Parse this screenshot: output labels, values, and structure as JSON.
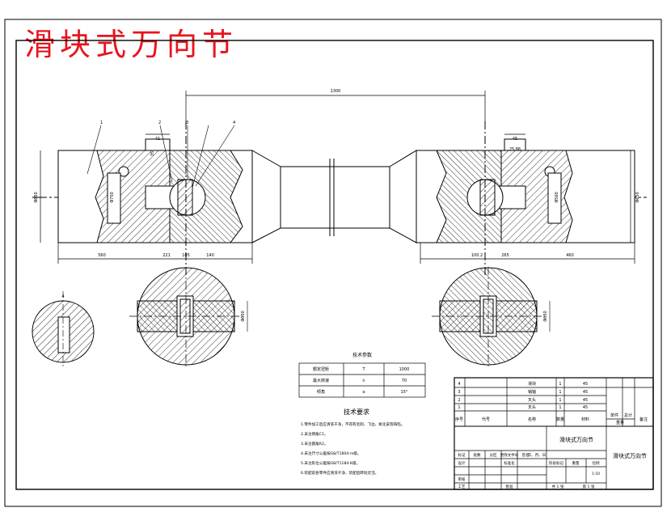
{
  "drawing": {
    "title": "滑块式万向节",
    "colors": {
      "title": "#e8141e",
      "line": "#000000",
      "centerline": "#000000",
      "paper": "#ffffff"
    }
  },
  "dimensions": {
    "overall_span": "1300",
    "left_body_length": "560",
    "left_gap": "221",
    "left_mid": "105",
    "left_flange": "140",
    "right_gap": "100.2",
    "right_flange": "265",
    "right_body_length": "460",
    "top_left_small": "41",
    "top_left_small2": "35",
    "top_right_small": "45",
    "top_right_small2": "25.86",
    "left_diameter": "Φ650",
    "left_inner_diameter": "Φ750",
    "right_diameter": "Φ650",
    "right_inner_diameter": "Φ560",
    "section_dim_left": "Φ650",
    "section_dim_right": "Φ650",
    "detail_dim": "4"
  },
  "balloons": [
    "1",
    "2",
    "3",
    "4"
  ],
  "spec_table": {
    "title": "技术参数",
    "rows": [
      {
        "name": "额定扭矩",
        "symbol": "T",
        "value": "1000"
      },
      {
        "name": "最大转速",
        "symbol": "n",
        "value": "70"
      },
      {
        "name": "倾角",
        "symbol": "α",
        "value": "15°"
      }
    ]
  },
  "tech_requirements": {
    "title": "技术要求",
    "items": [
      "1.零件加工后应清洗干净，不得有毛刺、飞边、氧化皮等缺陷。",
      "2.未注倒角C1。",
      "3.未注圆角R2。",
      "4.未注尺寸公差按GB/T1804-m级。",
      "5.未注形位公差按GB/T1184-K级。",
      "6.装配前各零件应清洗干净，装配后转动灵活。"
    ]
  },
  "parts_list": {
    "rows": [
      {
        "no": "4",
        "code": "",
        "name": "滑块",
        "qty": "1",
        "material": "45"
      },
      {
        "no": "3",
        "code": "",
        "name": "销轴",
        "qty": "1",
        "material": "45"
      },
      {
        "no": "2",
        "code": "",
        "name": "叉头",
        "qty": "1",
        "material": "45"
      },
      {
        "no": "1",
        "code": "",
        "name": "叉头",
        "qty": "1",
        "material": "45"
      }
    ],
    "headers": {
      "no": "序号",
      "code": "代号",
      "name": "名称",
      "qty": "数量",
      "material": "材料",
      "unit_weight": "单件",
      "total_weight": "总计",
      "weight": "重量",
      "remark": "备注"
    }
  },
  "title_block": {
    "center_name": "滑块式万向节",
    "drawing_name": "滑块式万向节",
    "scale_label": "比例",
    "scale": "1:10",
    "sheets": "共 1 张",
    "sheet_no": "第 1 张",
    "stage_label": "阶段标记",
    "weight_label": "重量",
    "labels": {
      "mark": "标记",
      "count": "处数",
      "zone": "分区",
      "change_doc": "更改文件号",
      "sign": "签名",
      "date": "年、月、日",
      "design": "设计",
      "standard": "标准化",
      "check": "审核",
      "process": "工艺",
      "approve": "批准"
    }
  }
}
